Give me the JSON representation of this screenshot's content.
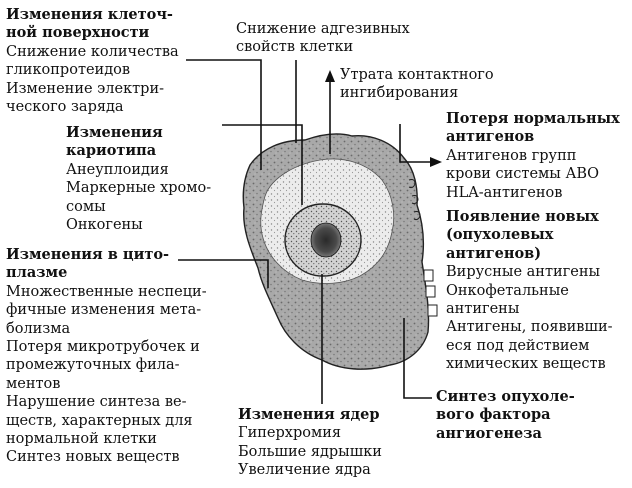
{
  "blocks": {
    "surface": {
      "heading": [
        "Изменения клеточ-",
        "ной поверхности"
      ],
      "lines": [
        "Снижение количества",
        "гликопротеидов",
        "Изменение электри-",
        "ческого заряда"
      ]
    },
    "adhesion": {
      "lines": [
        "Снижение адгезивных",
        "свойств клетки"
      ]
    },
    "contact": {
      "lines": [
        "Утрата контактного",
        "ингибирования"
      ]
    },
    "karyotype": {
      "heading": [
        "Изменения",
        "кариотипа"
      ],
      "lines": [
        "Анеуплоидия",
        "Маркерные хромо-",
        "сомы",
        "Онкогены"
      ]
    },
    "normal_antigens": {
      "heading": [
        "Потеря нормальных",
        "антигенов"
      ],
      "lines": [
        "Антигенов групп",
        "крови системы АВО",
        "HLA-антигенов"
      ]
    },
    "new_antigens": {
      "heading": [
        "Появление новых",
        "(опухолевых",
        "антигенов)"
      ],
      "lines": [
        "Вирусные антигены",
        "Онкофетальные",
        "антигены",
        "Антигены, появивши-",
        "еся под действием",
        "химических веществ"
      ]
    },
    "cytoplasm": {
      "heading": [
        "Изменения в цито-",
        "плазме"
      ],
      "lines": [
        "Множественные неспеци-",
        "фичные изменения мета-",
        "болизма",
        "Потеря микротрубочек и",
        "промежуточных фила-",
        "ментов",
        "Нарушение синтеза ве-",
        "ществ, характерных для",
        "нормальной клетки",
        "Синтез новых веществ"
      ]
    },
    "angiogenesis": {
      "heading": [
        "Синтез опухоле-",
        "вого фактора",
        "ангиогенеза"
      ]
    },
    "nucleus": {
      "heading": [
        "Изменения ядер"
      ],
      "lines": [
        "Гиперхромия",
        "Большие ядрышки",
        "Увеличение ядра"
      ]
    }
  }
}
